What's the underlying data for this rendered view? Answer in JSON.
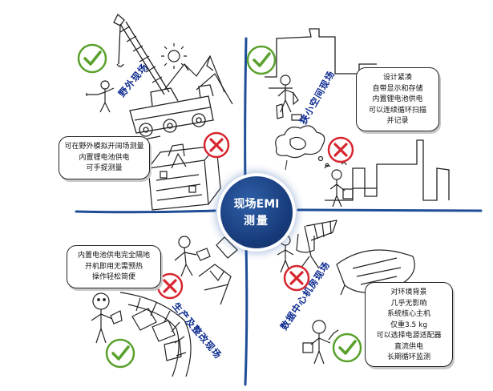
{
  "center": {
    "line1": "现场EMI",
    "line2": "测量"
  },
  "quadrants": {
    "top_left": {
      "label": "野外现场",
      "note": [
        "可在野外模拟开阔场测量",
        "内置锂电池供电",
        "可手提测量"
      ]
    },
    "top_right": {
      "label": "狭小空间现场",
      "note": [
        "设计紧凑",
        "自带显示和存储",
        "内置锂电池供电",
        "可以连续循环扫描",
        "并记录"
      ]
    },
    "bottom_left": {
      "label": "生产及整改现场",
      "note": [
        "内置电池供电完全隔地",
        "开机即用无需预热",
        "操作轻松简便"
      ]
    },
    "bottom_right": {
      "label": "数据中心机房现场",
      "note": [
        "对环境背景",
        "几乎无影响",
        "系统核心主机",
        "仅重3.5 kg",
        "可以选择电源适配器",
        "直流供电",
        "长期循环监测"
      ]
    }
  },
  "colors": {
    "divider": "#1f4e96",
    "check": "#5aa02c",
    "cross": "#d7262f",
    "label": "#0c2a8f",
    "center": "#173b7a"
  },
  "icons": [
    "check-icon",
    "cross-icon",
    "crane-truck-drawing",
    "stick-figure",
    "building-outline",
    "server-rack-drawing",
    "sun-icon",
    "mountain-drawing",
    "cloud-thought-drawing",
    "antenna-drawing"
  ]
}
